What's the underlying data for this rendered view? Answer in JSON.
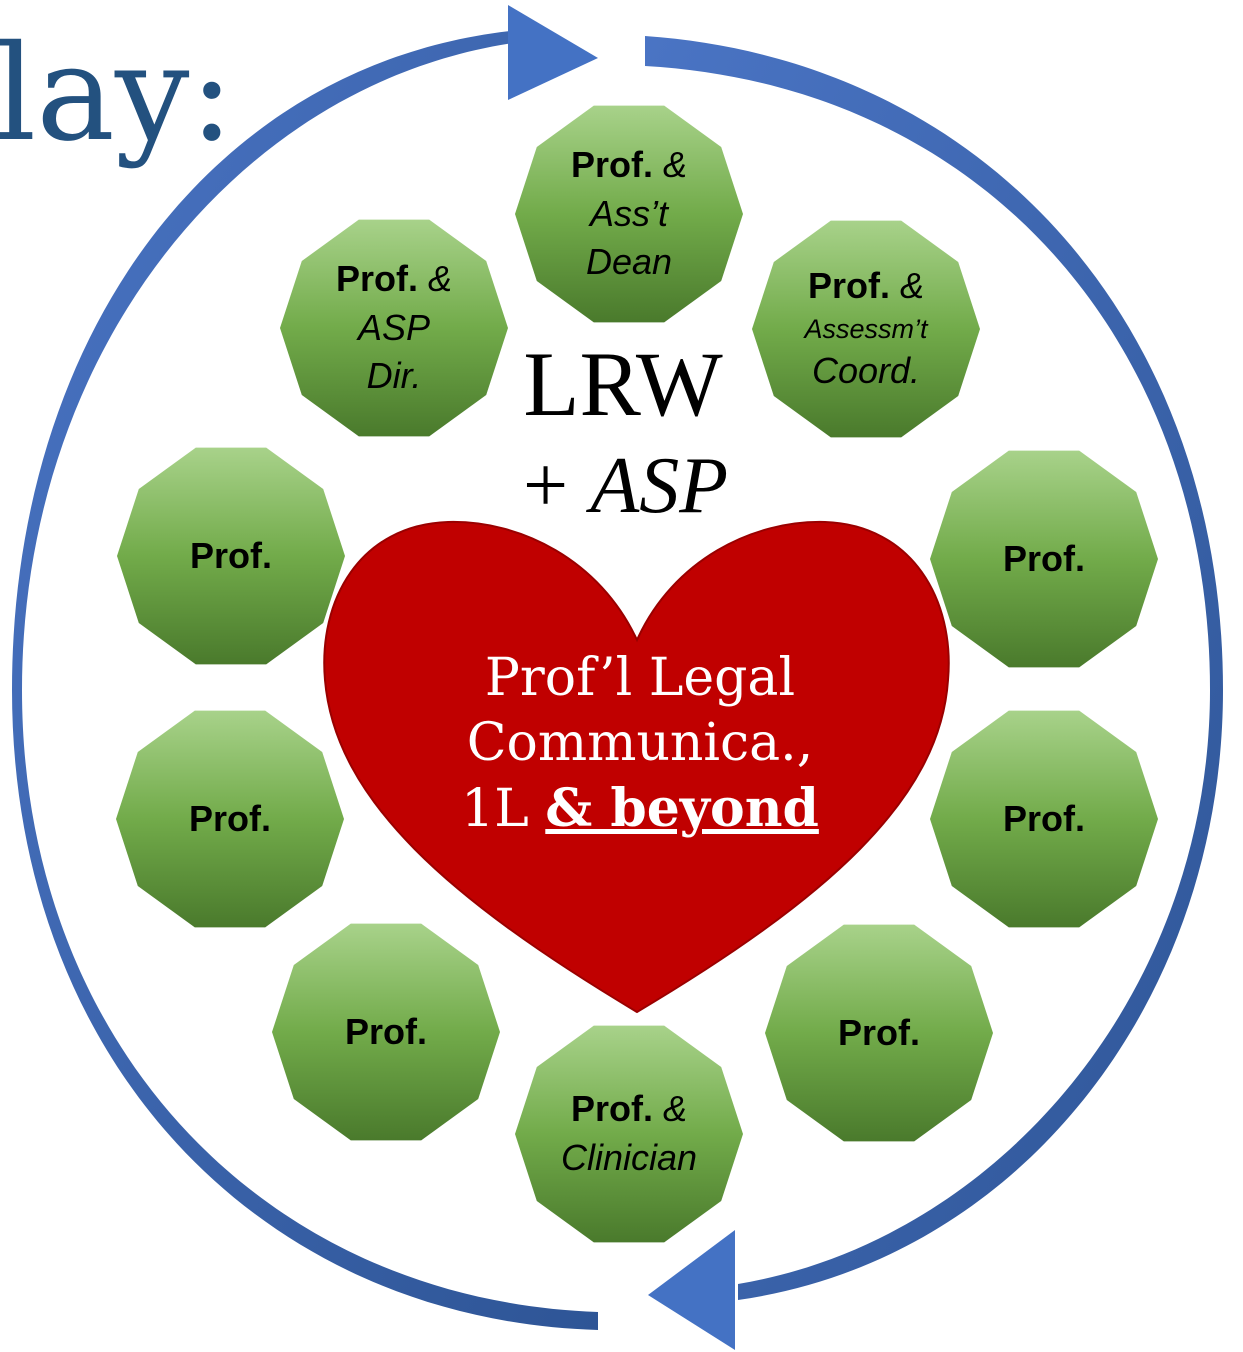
{
  "title_fragment": "lay:",
  "center": {
    "line1": "LRW",
    "line2": "+ ASP"
  },
  "heart": {
    "line1": "Prof’l Legal",
    "line2": "Communica.,",
    "line3_prefix": "1L ",
    "line3_emphasis": "& beyond",
    "fill": "#c00000"
  },
  "nodes": {
    "top": {
      "bold": "Prof.",
      "amp": " &",
      "line2": "Ass’t",
      "line3": "Dean"
    },
    "upper_left": {
      "bold": "Prof.",
      "amp": " &",
      "line2": "ASP",
      "line3": "Dir."
    },
    "upper_right": {
      "bold": "Prof.",
      "amp": " &",
      "line2": "Assessm’t",
      "line3": "Coord."
    },
    "mid_left_1": {
      "label": "Prof."
    },
    "mid_right_1": {
      "label": "Prof."
    },
    "mid_left_2": {
      "label": "Prof."
    },
    "mid_right_2": {
      "label": "Prof."
    },
    "lower_left": {
      "label": "Prof."
    },
    "lower_right": {
      "label": "Prof."
    },
    "bottom": {
      "bold": "Prof.",
      "amp": " &",
      "line2": "Clinician"
    }
  },
  "colors": {
    "cycle_arrow": "#3a63ad",
    "node_top": "#a8d28a",
    "node_bottom": "#4a7a2c",
    "title": "#23517f"
  }
}
